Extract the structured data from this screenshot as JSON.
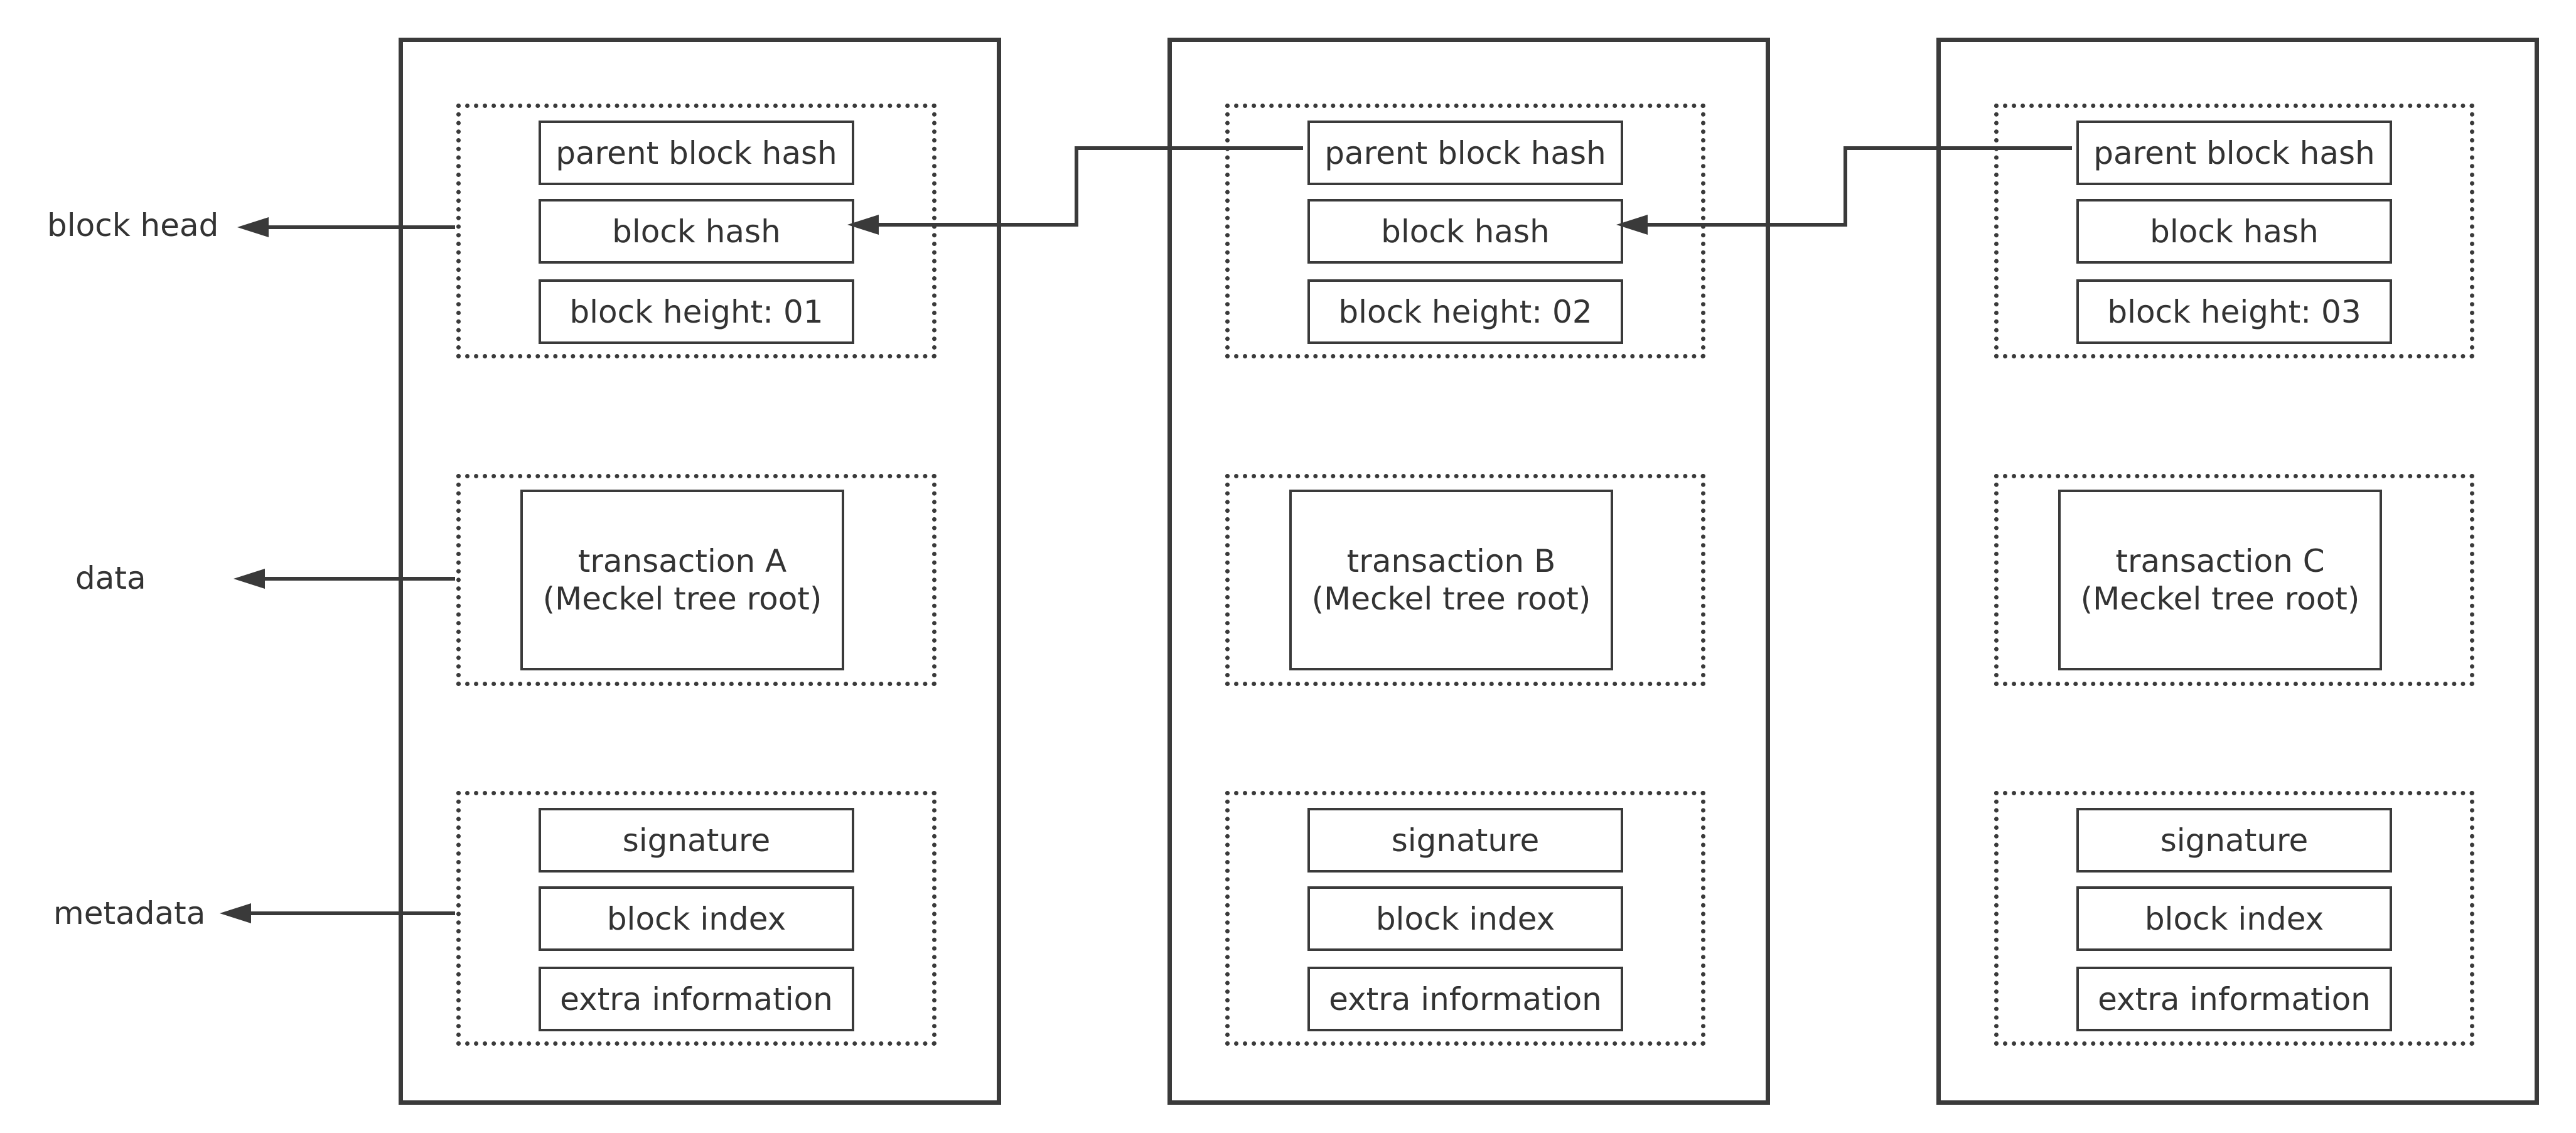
{
  "labels": {
    "block_head": "block head",
    "data": "data",
    "metadata": "metadata"
  },
  "blocks": [
    {
      "parent_hash": "parent block hash",
      "hash": "block hash",
      "height": "block height: 01",
      "transaction": "transaction A",
      "tree_root": "(Meckel tree root)",
      "signature": "signature",
      "index": "block index",
      "extra": "extra information"
    },
    {
      "parent_hash": "parent block hash",
      "hash": "block hash",
      "height": "block height: 02",
      "transaction": "transaction B",
      "tree_root": "(Meckel tree root)",
      "signature": "signature",
      "index": "block index",
      "extra": "extra information"
    },
    {
      "parent_hash": "parent block hash",
      "hash": "block hash",
      "height": "block height: 03",
      "transaction": "transaction C",
      "tree_root": "(Meckel tree root)",
      "signature": "signature",
      "index": "block index",
      "extra": "extra information"
    }
  ],
  "colors": {
    "line": "#3a3a3a",
    "text": "#333333"
  }
}
